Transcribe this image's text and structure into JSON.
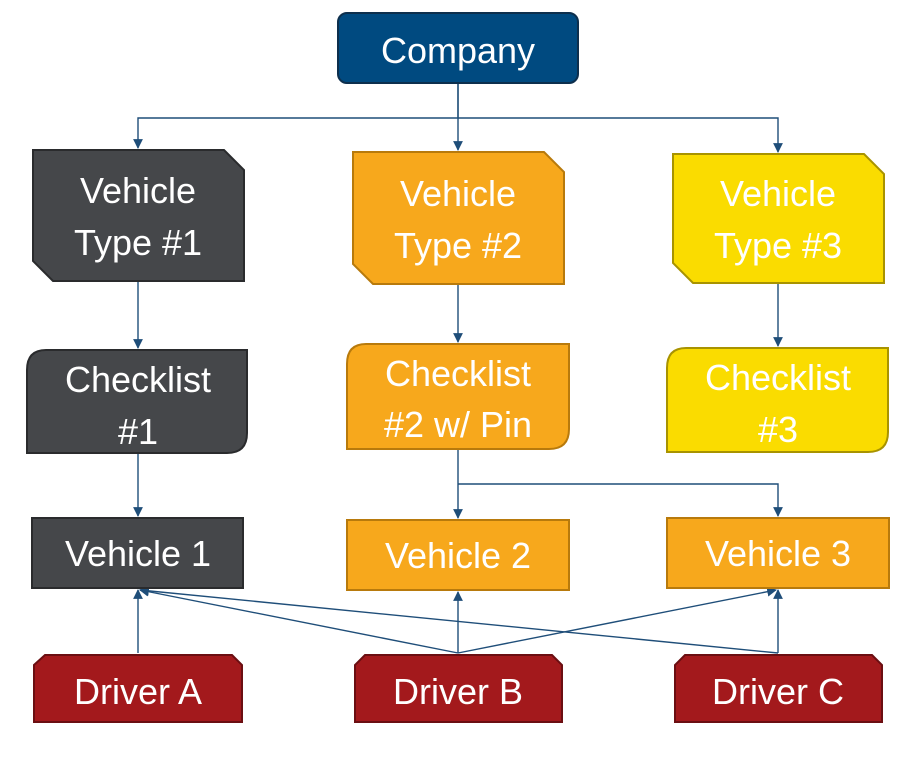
{
  "colors": {
    "company": "#004a80",
    "dark": "#45474a",
    "orange": "#f7a81c",
    "yellow": "#fadc00",
    "driver": "#a3191c",
    "arrow": "#1f4e79"
  },
  "nodes": {
    "company": {
      "lines": [
        "Company"
      ]
    },
    "vehicle_type_1": {
      "lines": [
        "Vehicle",
        "Type #1"
      ]
    },
    "vehicle_type_2": {
      "lines": [
        "Vehicle",
        "Type #2"
      ]
    },
    "vehicle_type_3": {
      "lines": [
        "Vehicle",
        "Type #3"
      ]
    },
    "checklist_1": {
      "lines": [
        "Checklist",
        "#1"
      ]
    },
    "checklist_2": {
      "lines": [
        "Checklist",
        "#2 w/ Pin"
      ]
    },
    "checklist_3": {
      "lines": [
        "Checklist",
        "#3"
      ]
    },
    "vehicle_1": {
      "lines": [
        "Vehicle 1"
      ]
    },
    "vehicle_2": {
      "lines": [
        "Vehicle 2"
      ]
    },
    "vehicle_3": {
      "lines": [
        "Vehicle 3"
      ]
    },
    "driver_a": {
      "lines": [
        "Driver A"
      ]
    },
    "driver_b": {
      "lines": [
        "Driver B"
      ]
    },
    "driver_c": {
      "lines": [
        "Driver C"
      ]
    }
  }
}
